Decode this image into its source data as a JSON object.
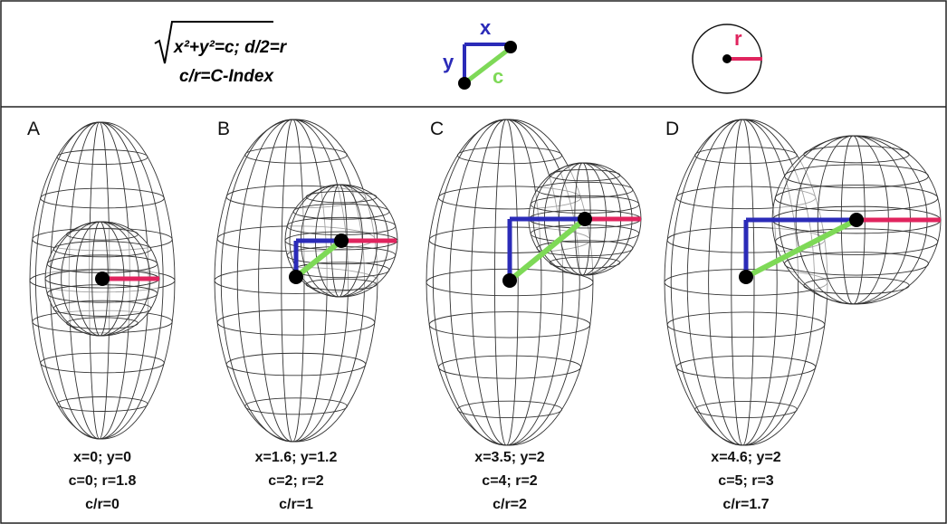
{
  "header": {
    "formula_line1": "x²+y²=c; d/2=r",
    "formula_line2": "c/r=C-Index",
    "axis_labels": {
      "x": "x",
      "y": "y",
      "c": "c"
    },
    "radius_label": "r"
  },
  "panels": [
    {
      "letter": "A",
      "caption": [
        "x=0; y=0",
        "c=0; r=1.8",
        "c/r=0"
      ]
    },
    {
      "letter": "B",
      "caption": [
        "x=1.6; y=1.2",
        "c=2; r=2",
        "c/r=1"
      ]
    },
    {
      "letter": "C",
      "caption": [
        "x=3.5; y=2",
        "c=4; r=2",
        "c/r=2"
      ]
    },
    {
      "letter": "D",
      "caption": [
        "x=4.6; y=2",
        "c=5; r=3",
        "c/r=1.7"
      ]
    }
  ],
  "colors": {
    "x": "#2b2bb8",
    "y": "#2b2bb8",
    "c": "#7ed957",
    "r": "#e0245e",
    "wire": "#333333"
  }
}
